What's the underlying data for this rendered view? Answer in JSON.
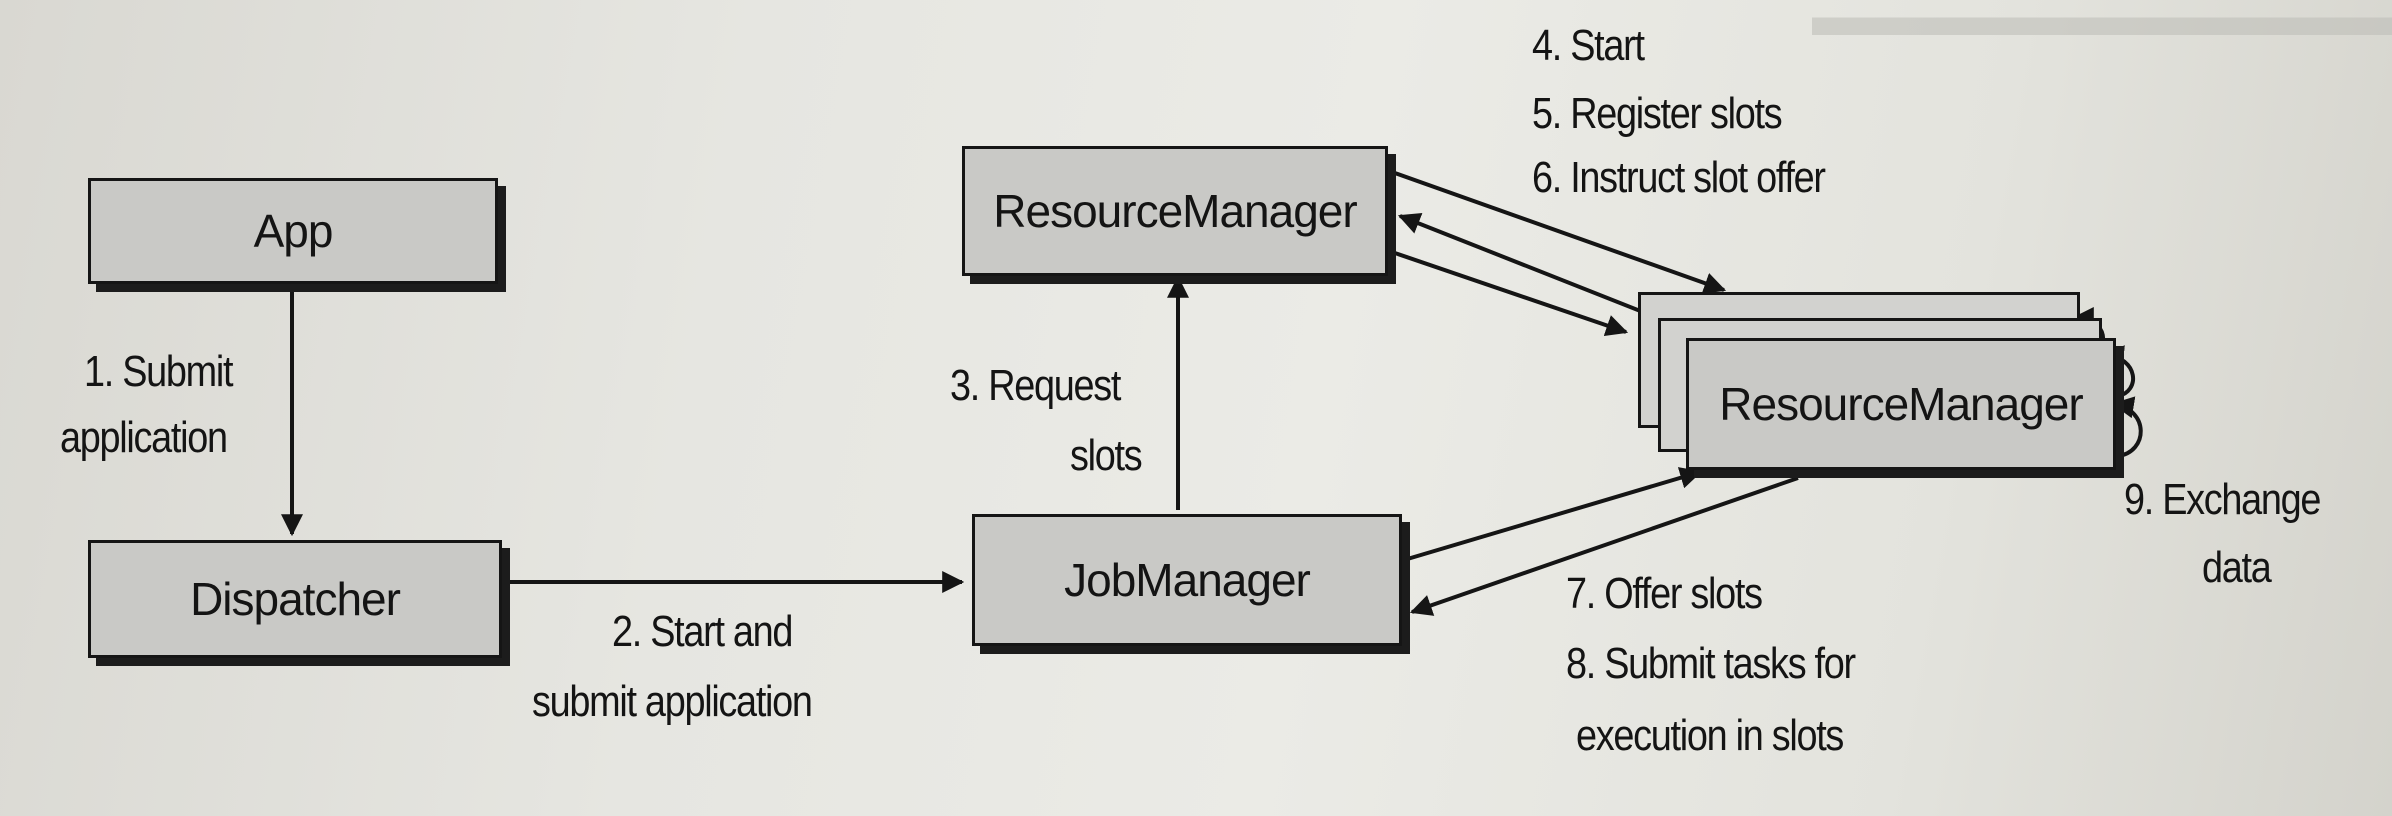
{
  "nodes": {
    "app": "App",
    "dispatcher": "Dispatcher",
    "resource_manager_top": "ResourceManager",
    "job_manager": "JobManager",
    "task_manager": "ResourceManager"
  },
  "steps": {
    "step1_line1": "1. Submit",
    "step1_line2": "application",
    "step2_line1": "2. Start and",
    "step2_line2": "submit application",
    "step3_line1": "3. Request",
    "step3_line2": "slots",
    "step4": "4. Start",
    "step5": "5. Register slots",
    "step6": "6. Instruct slot offer",
    "step7": "7. Offer slots",
    "step8_line1": "8. Submit tasks for",
    "step8_line2": "execution in slots",
    "step9_line1": "9. Exchange",
    "step9_line2": "data"
  },
  "colors": {
    "box_fill": "#c9c9c6",
    "line": "#151515"
  }
}
